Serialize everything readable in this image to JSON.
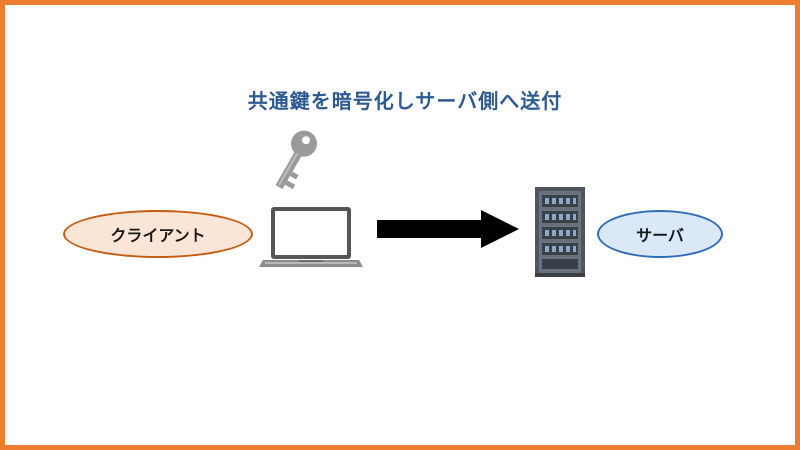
{
  "title": "共通鍵を暗号化しサーバ側へ送付",
  "nodes": {
    "client_label": "クライアント",
    "server_label": "サーバ"
  },
  "icons": {
    "key": "key-icon",
    "laptop": "laptop-icon",
    "arrow": "arrow-right-icon",
    "server": "server-rack-icon"
  },
  "colors": {
    "frame_border": "#ED7D31",
    "title": "#2E5A92",
    "client_fill": "#FBE5D6",
    "client_border": "#C55A11",
    "server_fill": "#DAE8F7",
    "server_border": "#2F6DB5"
  }
}
